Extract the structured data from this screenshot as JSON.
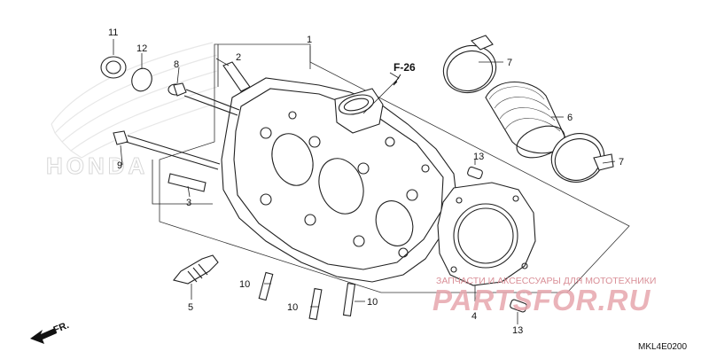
{
  "diagram": {
    "callouts": {
      "c1": "1",
      "c2": "2",
      "c3": "3",
      "c4": "4",
      "c5": "5",
      "c6": "6",
      "c7a": "7",
      "c7b": "7",
      "c8": "8",
      "c9": "9",
      "c10a": "10",
      "c10b": "10",
      "c10c": "10",
      "c11": "11",
      "c12": "12",
      "c13a": "13",
      "c13b": "13"
    },
    "reference": "F-26",
    "direction_label": "FR.",
    "diagram_code": "MKL4E0200"
  },
  "watermark": {
    "logo_text": "HONDA",
    "shop_text": "ЗАПЧАСТИ И АКСЕССУАРЫ ДЛЯ МОТОТЕХНИКИ",
    "site_text": "PARTSFOR.RU",
    "color": "#e7a6ad",
    "shop_color": "#d98f97"
  }
}
